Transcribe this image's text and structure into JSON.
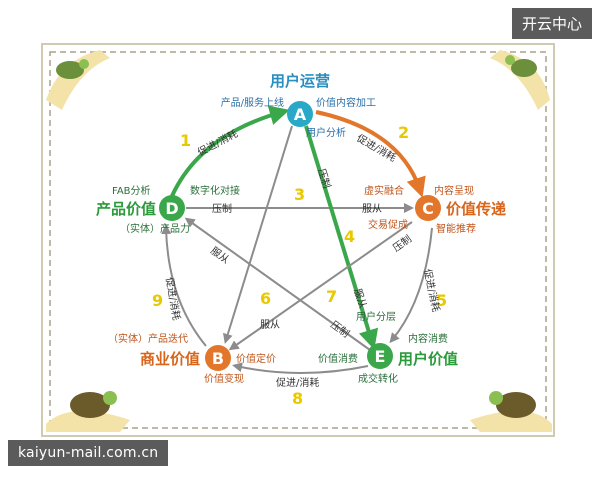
{
  "watermarks": {
    "top_right": "开云中心",
    "bottom_left": "kaiyun-mail.com.cn"
  },
  "colors": {
    "green": "#3aa84a",
    "orange": "#e2762a",
    "teal": "#2aa8c8",
    "gray_arrow": "#8c8c8c",
    "number_yellow": "#e8c800",
    "frame": "#a8a48a"
  },
  "nodes": {
    "A": {
      "letter": "A",
      "title": "用户运营",
      "left": "产品/服务上线",
      "right": "价值内容加工",
      "sub": "用户分析",
      "color": "teal"
    },
    "B": {
      "letter": "B",
      "title": "商业价值",
      "top": "（实体）产品迭代",
      "right": "价值定价",
      "sub": "价值变现",
      "color": "orange"
    },
    "C": {
      "letter": "C",
      "title": "价值传递",
      "top_left": "虚实融合",
      "top_right": "内容呈现",
      "left": "交易促成",
      "sub": "智能推荐",
      "color": "orange"
    },
    "D": {
      "letter": "D",
      "title": "产品价值",
      "top_left": "FAB分析",
      "top_right": "数字化对接",
      "sub": "（实体）产品力",
      "color": "green"
    },
    "E": {
      "letter": "E",
      "title": "用户价值",
      "top_left": "用户分层",
      "top_right": "内容消费",
      "left": "价值消费",
      "sub": "成交转化",
      "color": "green"
    }
  },
  "edges": {
    "n1": "1",
    "n2": "2",
    "n3": "3",
    "n4": "4",
    "n5": "5",
    "n6": "6",
    "n7": "7",
    "n8": "8",
    "n9": "9",
    "l1": "促进/消耗",
    "l2": "促进/消耗",
    "l3": "压制",
    "l3b": "服从",
    "l4a": "压制",
    "l4b": "服从",
    "l5": "促进/消耗",
    "l6": "服从",
    "l6b": "压制",
    "l7a": "压制",
    "l7b": "服从",
    "l8": "促进/消耗",
    "l9": "促进/消耗"
  }
}
